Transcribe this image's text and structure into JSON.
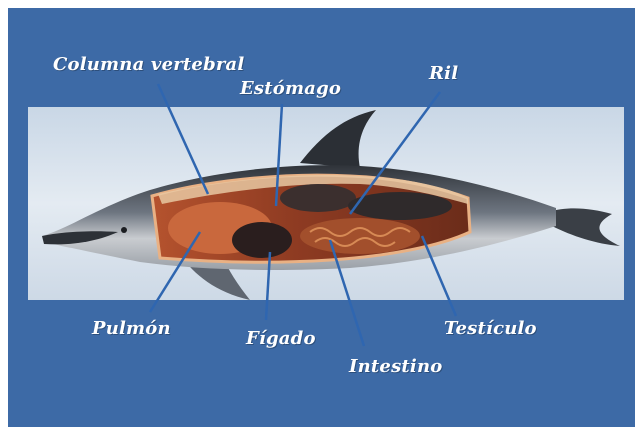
{
  "labels": {
    "columna_vertebral": "Columna vertebral",
    "estomago": "Estómago",
    "ril": "Ril",
    "pulmon": "Pulmón",
    "figado": "Fígado",
    "intestino": "Intestino",
    "testiculo": "Testículo"
  },
  "colors": {
    "frame_blue": "#3d6aa6",
    "label_white": "#ffffff",
    "band_light": "#d8e2ec"
  }
}
